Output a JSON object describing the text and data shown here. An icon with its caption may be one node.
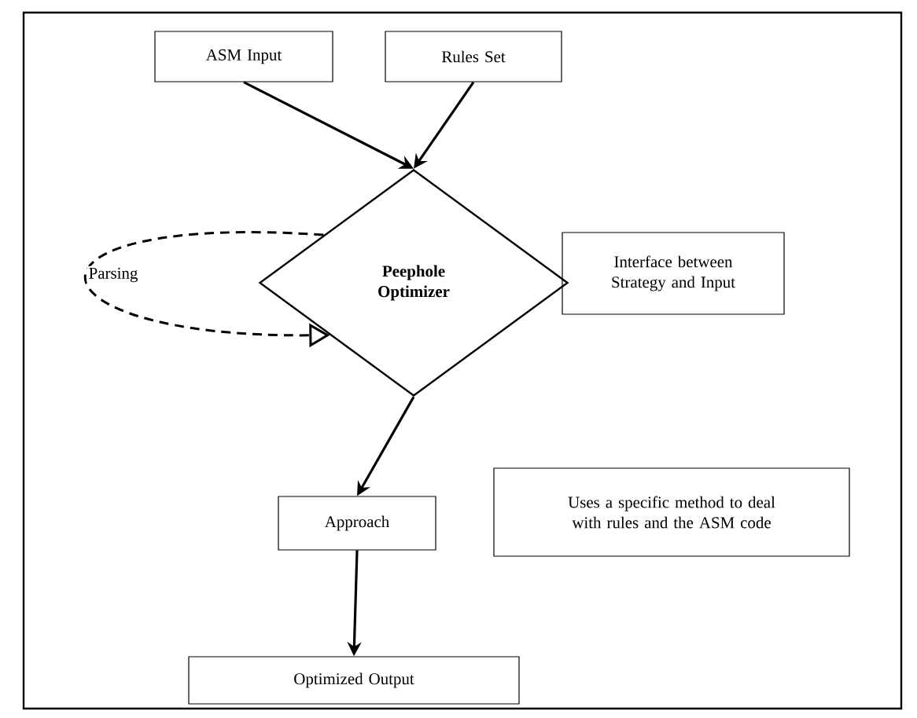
{
  "diagram": {
    "nodes": [
      {
        "text": [
          "ASM Input"
        ]
      },
      {
        "text": [
          "Rules Set"
        ]
      },
      {
        "text": [
          "**Peephole Optimizer**"
        ]
      },
      {
        "text": [
          "Interface between Strategy and Input"
        ]
      },
      {
        "text": [
          "Approach"
        ]
      },
      {
        "text": [
          "Uses a specific method to deal with rules and the ASM code"
        ]
      },
      {
        "text": [
          "Optimized Output"
        ]
      }
    ],
    "edges": [
      {
        "from": 0,
        "to": 2,
        "arrow": "to"
      },
      {
        "from": 1,
        "to": 2,
        "arrow": "to"
      },
      {
        "from": 2,
        "to": 2,
        "arrow": "to",
        "label": "Parsing",
        "style": "dashed"
      },
      {
        "from": 2,
        "to": 4,
        "arrow": "to"
      },
      {
        "from": 4,
        "to": 6,
        "arrow": "to"
      }
    ]
  }
}
